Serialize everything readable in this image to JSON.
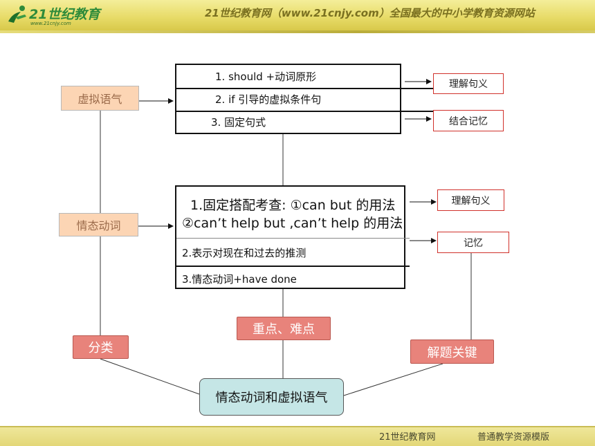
{
  "header": {
    "logo_name": "21世纪教育",
    "logo_url": "www.21cnjy.com",
    "tagline": "21世纪教育网（www.21cnjy.com）全国最大的中小学教育资源网站"
  },
  "footer": {
    "site": "21世纪教育网",
    "tag": "普通教学资源模版"
  },
  "diagram": {
    "center": "情态动词和虚拟语气",
    "branch_labels": {
      "left": "分类",
      "middle": "重点、难点",
      "right": "解题关键"
    },
    "categories": {
      "subjunctive": "虚拟语气",
      "modal": "情态动词"
    },
    "subjunctive_points": [
      "1. should +动词原形",
      "2. if 引导的虚拟条件句",
      "3. 固定句式"
    ],
    "modal_points": {
      "p1_line1": "1.固定搭配考查: ①can but 的用法",
      "p1_line2": "②can’t help but ,can’t help 的用法",
      "p2": "2.表示对现在和过去的推测",
      "p3": "3.情态动词+have done"
    },
    "keys": {
      "k1": "理解句义",
      "k2": "结合记忆",
      "k3": "理解句义",
      "k4": "记忆"
    }
  },
  "colors": {
    "category_fill": "#fcd5b4",
    "branch_fill": "#e8837b",
    "center_fill": "#c5e6e6",
    "key_border": "#d0302a"
  }
}
